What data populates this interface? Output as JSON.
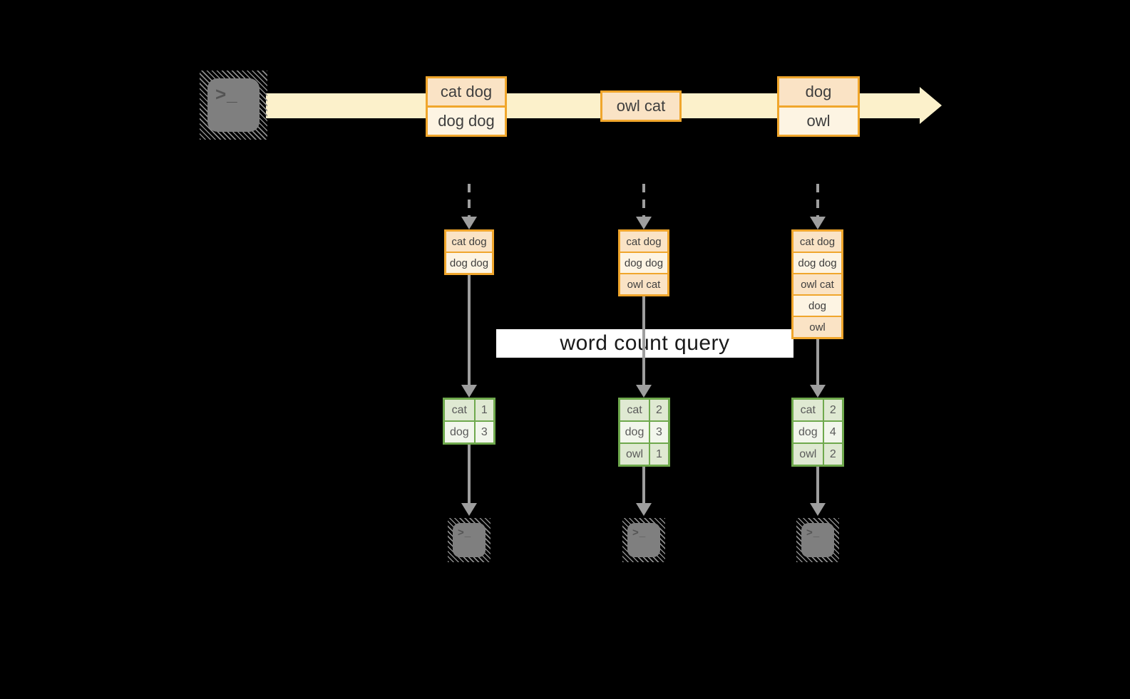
{
  "banner": {
    "label": "word count query"
  },
  "terminal": {
    "glyph": ">_"
  },
  "stream": {
    "events": [
      {
        "rows": [
          "cat dog",
          "dog dog"
        ]
      },
      {
        "rows": [
          "owl cat"
        ]
      },
      {
        "rows": [
          "dog",
          "owl"
        ]
      }
    ]
  },
  "columns": [
    {
      "buffer": [
        "cat dog",
        "dog dog"
      ],
      "counts": [
        {
          "word": "cat",
          "count": "1"
        },
        {
          "word": "dog",
          "count": "3"
        }
      ]
    },
    {
      "buffer": [
        "cat dog",
        "dog dog",
        "owl cat"
      ],
      "counts": [
        {
          "word": "cat",
          "count": "2"
        },
        {
          "word": "dog",
          "count": "3"
        },
        {
          "word": "owl",
          "count": "1"
        }
      ]
    },
    {
      "buffer": [
        "cat dog",
        "dog dog",
        "owl cat",
        "dog",
        "owl"
      ],
      "counts": [
        {
          "word": "cat",
          "count": "2"
        },
        {
          "word": "dog",
          "count": "4"
        },
        {
          "word": "owl",
          "count": "2"
        }
      ]
    }
  ],
  "colors": {
    "background": "#000000",
    "stream_band": "#FCF1CB",
    "box_border_orange": "#F0A62C",
    "row_peach": "#FAE3C5",
    "row_cream": "#FDF4E3",
    "connector_gray": "#9E9E9E",
    "terminal_gray": "#7F7F7F",
    "table_border_green": "#6FA94D",
    "table_row_green": "#DFE9D2",
    "table_row_light": "#F2F6EC",
    "banner_bg": "#FFFFFF"
  }
}
